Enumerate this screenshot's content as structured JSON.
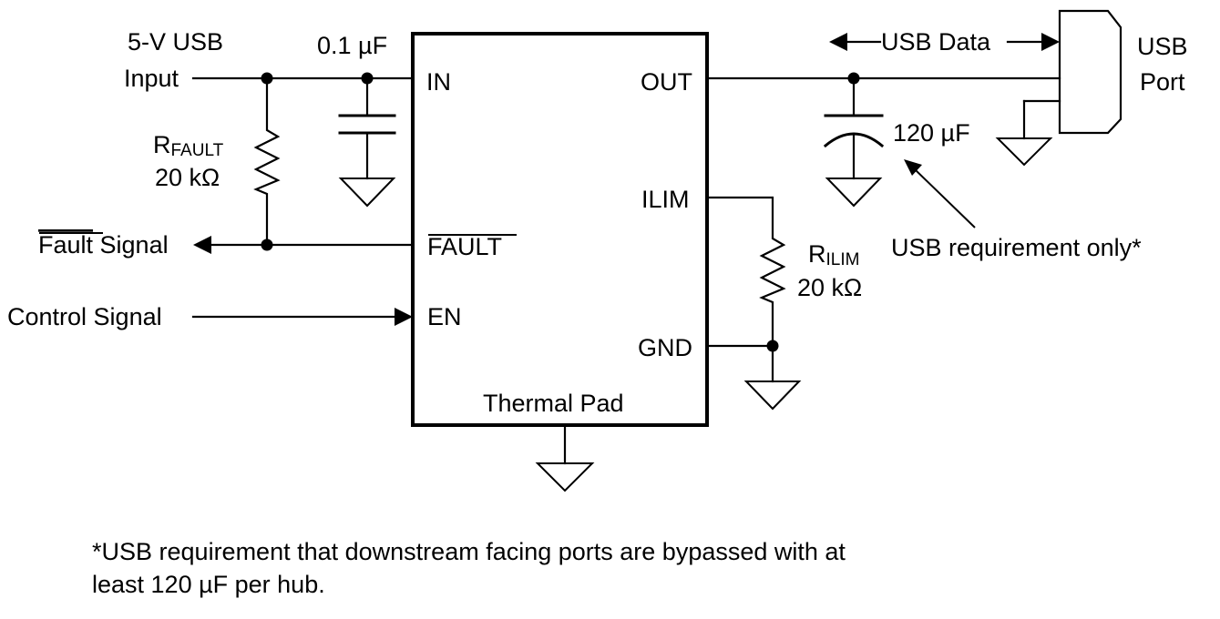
{
  "left": {
    "supply_line1": "5-V USB",
    "supply_line2": "Input",
    "input_cap": "0.1 µF",
    "rfault_prefix": "R",
    "rfault_sub": "FAULT",
    "rfault_value": "20 kΩ",
    "fault_signal_word": "Fault",
    "fault_signal_rest": " Signal",
    "control_signal": "Control Signal"
  },
  "chip": {
    "pin_in": "IN",
    "pin_fault": "FAULT",
    "pin_en": "EN",
    "pin_out": "OUT",
    "pin_ilim": "ILIM",
    "pin_gnd": "GND",
    "thermal_pad": "Thermal Pad"
  },
  "right": {
    "usb_data": "USB Data",
    "usb_port_line1": "USB",
    "usb_port_line2": "Port",
    "output_cap": "120 µF",
    "usb_requirement": "USB requirement only*",
    "rilim_prefix": "R",
    "rilim_sub": "ILIM",
    "rilim_value": "20 kΩ"
  },
  "footnote": {
    "line1": "*USB requirement that downstream facing ports are bypassed with at",
    "line2": "least 120 µF per hub."
  }
}
